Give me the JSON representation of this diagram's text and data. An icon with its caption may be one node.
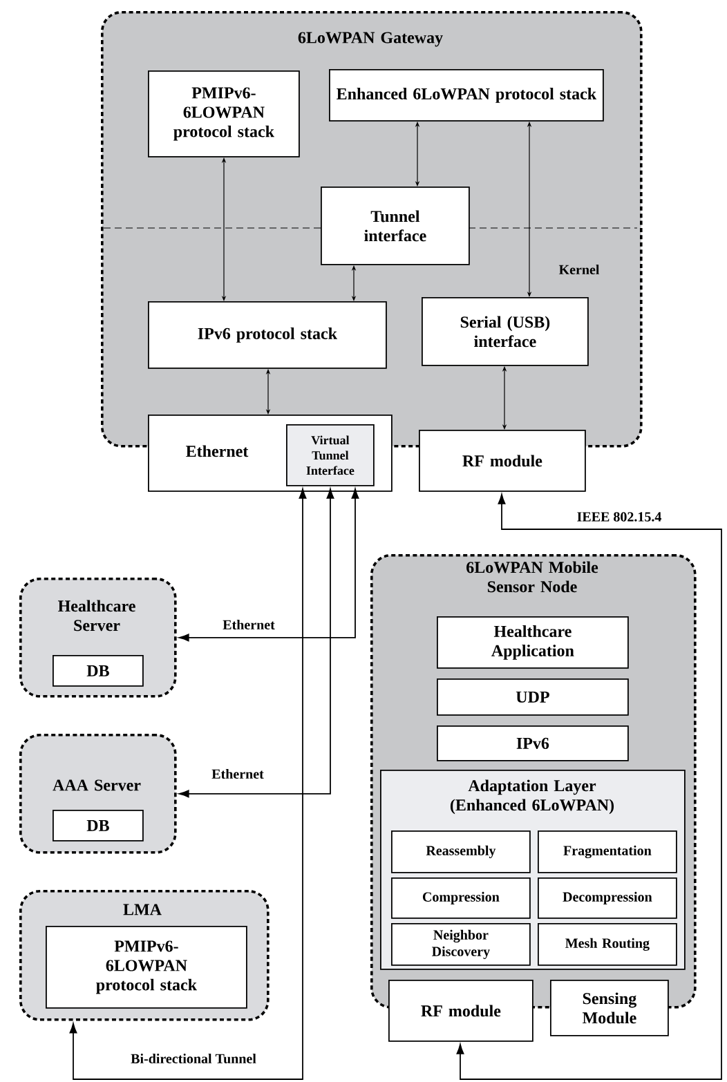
{
  "diagram": {
    "nodes": [
      {
        "text": [
          "6LoWPAN Gateway"
        ]
      },
      {
        "text": [
          "PMIPv6-6LOWPAN protocol stack"
        ],
        "in": 0
      },
      {
        "text": [
          "Enhanced 6LoWPAN protocol stack"
        ],
        "in": 0
      },
      {
        "text": [
          "Tunnel interface"
        ],
        "in": 0
      },
      {
        "text": [
          "IPv6 protocol stack"
        ],
        "in": 0
      },
      {
        "text": [
          "Serial (USB) interface"
        ],
        "in": 0
      },
      {
        "text": [
          "Ethernet"
        ]
      },
      {
        "text": [
          "Virtual Tunnel Interface"
        ],
        "in": 6
      },
      {
        "text": [
          "RF module"
        ]
      },
      {
        "text": [
          "Healthcare Server"
        ]
      },
      {
        "text": [
          "DB"
        ],
        "in": 9
      },
      {
        "text": [
          "AAA Server"
        ]
      },
      {
        "text": [
          "DB"
        ],
        "in": 11
      },
      {
        "text": [
          "LMA"
        ]
      },
      {
        "text": [
          "PMIPv6-6LOWPAN protocol stack"
        ],
        "in": 13
      },
      {
        "text": [
          "6LoWPAN Mobile Sensor Node"
        ]
      },
      {
        "text": [
          "Healthcare Application"
        ],
        "in": 15
      },
      {
        "text": [
          "UDP"
        ],
        "in": 15
      },
      {
        "text": [
          "IPv6"
        ],
        "in": 15
      },
      {
        "text": [
          "Adaptation Layer",
          "(Enhanced 6LoWPAN)"
        ],
        "in": 15
      },
      {
        "text": [
          "Reassembly"
        ],
        "in": 19
      },
      {
        "text": [
          "Fragmentation"
        ],
        "in": 19
      },
      {
        "text": [
          "Compression"
        ],
        "in": 19
      },
      {
        "text": [
          "Decompression"
        ],
        "in": 19
      },
      {
        "text": [
          "Neighbor Discovery"
        ],
        "in": 19
      },
      {
        "text": [
          "Mesh Routing"
        ],
        "in": 19
      },
      {
        "text": [
          "RF module"
        ]
      },
      {
        "text": [
          "Sensing Module"
        ]
      }
    ],
    "edges": [
      {
        "from": 1,
        "to": 4,
        "arrow": "both"
      },
      {
        "from": 2,
        "to": 3,
        "arrow": "both"
      },
      {
        "from": 2,
        "to": 5,
        "arrow": "both"
      },
      {
        "from": 3,
        "to": 4,
        "arrow": "both"
      },
      {
        "from": 4,
        "to": 6,
        "arrow": "both"
      },
      {
        "from": 5,
        "to": 8,
        "arrow": "both"
      },
      {
        "from": 7,
        "to": 9,
        "arrow": "both",
        "label": "Ethernet"
      },
      {
        "from": 7,
        "to": 11,
        "arrow": "both",
        "label": "Ethernet"
      },
      {
        "from": 7,
        "to": 13,
        "arrow": "both",
        "label": "Bi-directional Tunnel"
      },
      {
        "from": 26,
        "to": 8,
        "arrow": "both",
        "label": "IEEE 802.15.4"
      }
    ],
    "labels": [
      "Kernel"
    ]
  }
}
